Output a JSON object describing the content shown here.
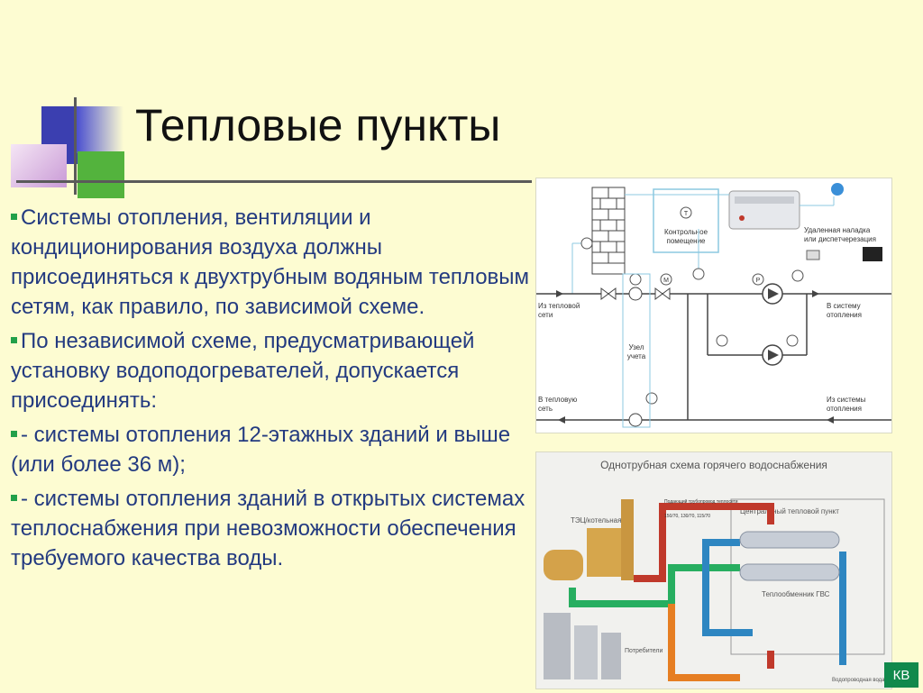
{
  "slide": {
    "title": "Тепловые пункты",
    "bullets": [
      "Системы отопления, вентиляции и кондиционирования воздуха должны присоединяться к двухтрубным водяным тепловым сетям, как правило, по зависимой схеме.",
      "По независимой схеме, предусматривающей установку водоподогревателей, допускается присоединять:",
      "- системы отопления 12-этажных зданий и выше (или более 36 м);",
      "- системы отопления зданий в открытых системах теплоснабжения при невозможности обеспечения требуемого качества воды."
    ],
    "badge": "КВ"
  },
  "diagram1": {
    "room_label_1": "Контрольное",
    "room_label_2": "помещение",
    "remote_label_1": "Удаленная наладка",
    "remote_label_2": "или диспетчерезация",
    "from_net_1": "Из тепловой",
    "from_net_2": "сети",
    "to_heating_1": "В систему",
    "to_heating_2": "отопления",
    "meter_1": "Узел",
    "meter_2": "учета",
    "to_net_1": "В тепловую",
    "to_net_2": "сеть",
    "from_heating_1": "Из системы",
    "from_heating_2": "отопления",
    "sensor_t": "T",
    "sensor_p": "P",
    "sensor_m": "M"
  },
  "diagram2": {
    "title": "Однотрубная схема горячего водоснабжения",
    "plant": "ТЭЦ/котельная",
    "supply_line": "Подающий трубопровод теплосети",
    "temps": "150/70, 130/70, 115/70",
    "ctp": "Центральный тепловой пункт",
    "exchanger": "Теплообменник ГВС",
    "consumers": "Потребители",
    "water": "Водопроводная вода"
  },
  "colors": {
    "background": "#fdfcd2",
    "bullet_text": "#233a80",
    "bullet_marker": "#22a04a",
    "badge": "#11894c",
    "pipe_red": "#c0392b",
    "pipe_orange": "#e67e22",
    "pipe_green": "#27ae60",
    "pipe_blue": "#2e86c1"
  }
}
